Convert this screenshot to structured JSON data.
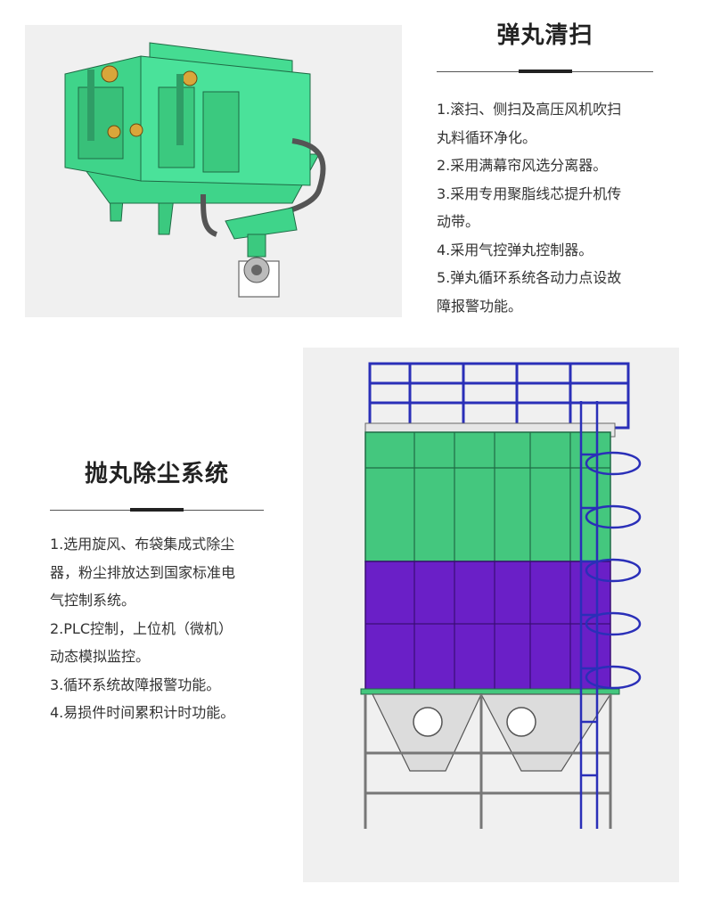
{
  "section_top": {
    "title": "弹丸清扫",
    "items": [
      "1.滚扫、侧扫及高压风机吹扫",
      "丸料循环净化。",
      "2.采用满幕帘风选分离器。",
      "3.采用专用聚脂线芯提升机传",
      "动带。",
      "4.采用气控弹丸控制器。",
      "5.弹丸循环系统各动力点设故",
      "障报警功能。"
    ]
  },
  "section_bottom": {
    "title": "抛丸除尘系统",
    "items": [
      "1.选用旋风、布袋集成式除尘",
      "器，粉尘排放达到国家标准电",
      "气控制系统。",
      "2.PLC控制，上位机（微机）",
      "动态模拟监控。",
      "3.循环系统故障报警功能。",
      "4.易损件时间累积计时功能。"
    ]
  },
  "colors": {
    "machine_green": "#3fd48a",
    "dust_green": "#44c77e",
    "dust_purple": "#6a1fc7",
    "frame_blue": "#2a2fb8",
    "panel_bg": "#f0f0f0",
    "text": "#333333"
  }
}
